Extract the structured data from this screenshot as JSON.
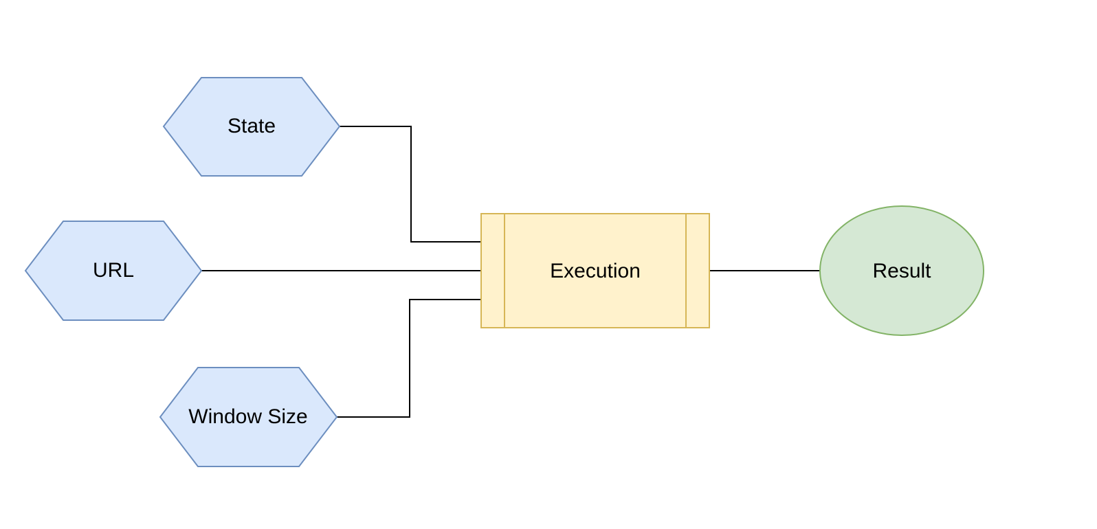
{
  "nodes": {
    "state": {
      "label": "State",
      "shape": "hexagon",
      "fill": "#dae8fc",
      "stroke": "#6c8ebf"
    },
    "url": {
      "label": "URL",
      "shape": "hexagon",
      "fill": "#dae8fc",
      "stroke": "#6c8ebf"
    },
    "window_size": {
      "label": "Window Size",
      "shape": "hexagon",
      "fill": "#dae8fc",
      "stroke": "#6c8ebf"
    },
    "execution": {
      "label": "Execution",
      "shape": "process",
      "fill": "#fff2cc",
      "stroke": "#d6b656"
    },
    "result": {
      "label": "Result",
      "shape": "ellipse",
      "fill": "#d5e8d4",
      "stroke": "#82b366"
    }
  },
  "edges": [
    {
      "from": "State",
      "to": "Execution"
    },
    {
      "from": "URL",
      "to": "Execution"
    },
    {
      "from": "Window Size",
      "to": "Execution"
    },
    {
      "from": "Execution",
      "to": "Result"
    }
  ],
  "colors": {
    "edge": "#000000"
  }
}
